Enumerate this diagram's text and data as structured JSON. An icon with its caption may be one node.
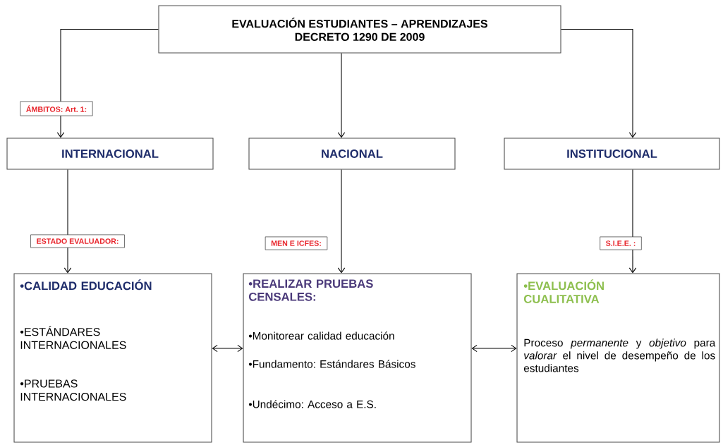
{
  "diagram": {
    "nodes": [
      {
        "text": [
          "EVALUACIÓN ESTUDIANTES – APRENDIZAJES",
          "DECRETO 1290 DE 2009"
        ]
      },
      {
        "text": [
          "INTERNACIONAL"
        ]
      },
      {
        "text": [
          "NACIONAL"
        ]
      },
      {
        "text": [
          "INSTITUCIONAL"
        ]
      },
      {
        "text": [
          "•CALIDAD EDUCACIÓN",
          "•ESTÁNDARES INTERNACIONALES",
          "•PRUEBAS INTERNACIONALES"
        ]
      },
      {
        "text": [
          "•REALIZAR PRUEBAS CENSALES:",
          "•Monitorear calidad educación",
          "•Fundamento: Estándares Básicos",
          "•Undécimo: Acceso a E.S."
        ]
      },
      {
        "text": [
          "•EVALUACIÓN CUALITATIVA",
          "Proceso *permanente* y *objetivo* para *valorar* el nivel de desempeño de los estudiantes"
        ]
      }
    ],
    "edges": [
      {
        "from": 0,
        "to": 1,
        "arrow": "to",
        "label": "ÁMBITOS: Art. 1:"
      },
      {
        "from": 0,
        "to": 2,
        "arrow": "to"
      },
      {
        "from": 0,
        "to": 3,
        "arrow": "to"
      },
      {
        "from": 1,
        "to": 4,
        "arrow": "to",
        "label": "ESTADO EVALUADOR:"
      },
      {
        "from": 2,
        "to": 5,
        "arrow": "to",
        "label": "MEN E ICFES:"
      },
      {
        "from": 3,
        "to": 6,
        "arrow": "to",
        "label": "S.I.E.E. :"
      },
      {
        "from": 4,
        "to": 5,
        "arrow": "both"
      },
      {
        "from": 5,
        "to": 6,
        "arrow": "both"
      }
    ]
  }
}
